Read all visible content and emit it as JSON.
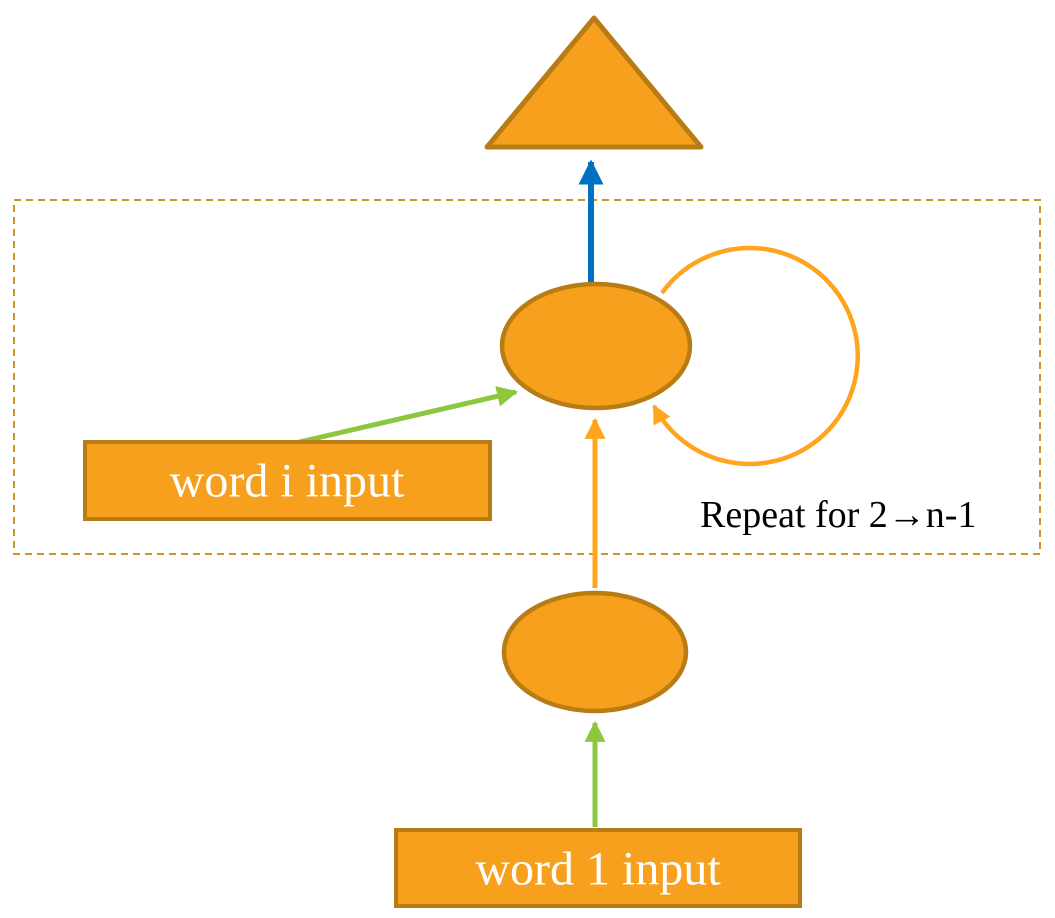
{
  "diagram": {
    "title": "recurrent-network-unroll-diagram",
    "labels": {
      "word_i_input": "word i input",
      "word_1_input": "word 1 input",
      "repeat_note": "Repeat for 2→n-1"
    },
    "colors": {
      "node_fill": "#F6A01D",
      "node_border": "#B97C14",
      "arrow_blue": "#0070C0",
      "arrow_green": "#8DC63F",
      "arrow_orange": "#FFA41C",
      "dashed_border": "#C9952C",
      "label_text": "#FFFFFF",
      "note_text": "#000000",
      "background": "#FFFFFF"
    }
  }
}
